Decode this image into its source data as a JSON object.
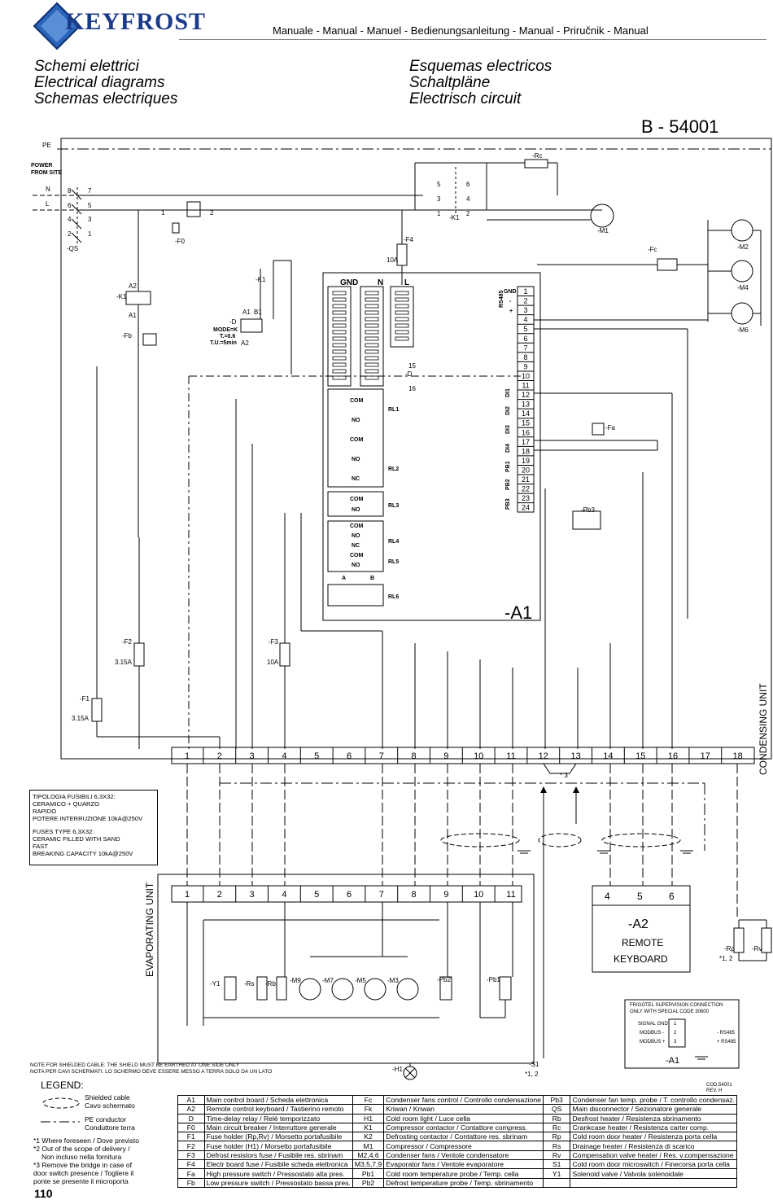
{
  "header": {
    "brand": "KEYFROST",
    "manual_line": "Manuale - Manual - Manuel - Bedienungsanleitung - Manual - Priručnik - Manual"
  },
  "titles": {
    "left": [
      "Schemi elettrici",
      "Electrical diagrams",
      "Schemas electriques"
    ],
    "right": [
      "Esquemas electricos",
      "Schaltpläne",
      "Electrisch circuit"
    ]
  },
  "diagram": {
    "code": "B - 54001",
    "supply_labels": {
      "pe": "PE",
      "power": "POWER",
      "from_site": "FROM SITE",
      "n": "N",
      "l": "L"
    },
    "board_label": "-A1",
    "board_headers": [
      "GND",
      "N",
      "L"
    ],
    "relays": [
      "RL1",
      "RL2",
      "RL3",
      "RL4",
      "RL5",
      "RL6"
    ],
    "contacts": [
      "COM",
      "NO",
      "COM",
      "NO",
      "NC",
      "COM",
      "NO",
      "COM",
      "NO",
      "NC",
      "COM",
      "NO"
    ],
    "ab_labels": [
      "A",
      "B"
    ],
    "right_terminals": [
      "1",
      "2",
      "3",
      "4",
      "5",
      "6",
      "7",
      "8",
      "9",
      "10",
      "11",
      "12",
      "13",
      "14",
      "15",
      "16",
      "17",
      "18",
      "19",
      "20",
      "21",
      "22",
      "23",
      "24"
    ],
    "side_groups": [
      "RS485",
      "DI1",
      "DI2",
      "DI3",
      "DI4",
      "PB1",
      "PB2",
      "PB3"
    ],
    "side_marks": {
      "gnd": "GND",
      "minus": "-",
      "plus": "+"
    },
    "components": {
      "qs": "-QS",
      "k1": "-K1",
      "fb": "-Fb",
      "f0": "-F0",
      "d": "-D",
      "d_params": [
        "MODE=K",
        "T.=0.6",
        "T.U.=5min"
      ],
      "f4": "-F4",
      "f4_val": "10A",
      "rc": "-Rc",
      "m1": "-M1",
      "fc": "-Fc",
      "m2": "-M2",
      "m4": "-M4",
      "m6": "-M6",
      "fa": "-Fa",
      "pb3": "-Pb3",
      "f2": "-F2",
      "f2_val": "3.15A",
      "f3": "-F3",
      "f3_val": "10A",
      "f1": "-F1",
      "f1_val": "3.15A",
      "a1_pins": [
        "A1",
        "B1",
        "A2"
      ],
      "k1_pins": [
        "A2",
        "A1"
      ],
      "d_pins": [
        "15",
        "16"
      ],
      "k1_contacts": [
        "5",
        "6",
        "3",
        "4",
        "1",
        "2"
      ],
      "qs_contacts": [
        "8",
        "7",
        "6",
        "5",
        "4",
        "3",
        "2",
        "1"
      ],
      "f0_pins": [
        "1",
        "2"
      ]
    },
    "condensing_unit": "CONDENSING UNIT",
    "evaporating_unit": "EVAPORATING UNIT",
    "cond_terminals": [
      "1",
      "2",
      "3",
      "4",
      "5",
      "6",
      "7",
      "8",
      "9",
      "10",
      "11",
      "12",
      "13",
      "14",
      "15",
      "16",
      "17",
      "18"
    ],
    "evap_terminals": [
      "1",
      "2",
      "3",
      "4",
      "5",
      "6",
      "7",
      "8",
      "9",
      "10",
      "11"
    ],
    "evap_components": [
      "-Y1",
      "-Rs",
      "-Rb",
      "-M9",
      "-M7",
      "-M5",
      "-M3",
      "-Pb2",
      "-Pb1"
    ],
    "h1": "-H1",
    "s1": "-S1",
    "s1_note": "*1, 2",
    "rp": "-Rp",
    "rv": "-Rv",
    "rp_note": "*1, 2",
    "a2_terminals": [
      "4",
      "5",
      "6"
    ],
    "a2_label": "-A2",
    "a2_text": [
      "REMOTE",
      "KEYBOARD"
    ],
    "star3": "* 3",
    "frigotel": {
      "title": [
        "FRIGOTEL SUPERVISION CONNECTION",
        "ONLY WITH SPECIAL CODE 30600"
      ],
      "rows": [
        [
          "SIGNAL GND",
          "1",
          ""
        ],
        [
          "MODBUS -",
          "2",
          "- RS485"
        ],
        [
          "MODBUS +",
          "3",
          "+ RS485"
        ]
      ],
      "label": "-A1"
    },
    "cod": [
      "COD.54001",
      "REV. H"
    ]
  },
  "fuse_note": {
    "it": [
      "TIPOLOGIA FUSIBILI 6,3X32:",
      "CERAMICO + QUARZO",
      "RAPIDO",
      "POTERE INTERRUZIONE 10kA@250V"
    ],
    "en": [
      "FUSES TYPE 6,3X32:",
      "CERAMIC FILLED WITH SAND",
      "FAST",
      "BREAKING CAPACITY 10kA@250V"
    ]
  },
  "shield_note": [
    "NOTE FOR SHIELDED CABLE: THE SHIELD MUST BE EARTHED AT ONE SIDE ONLY",
    "NOTA PER CAVI SCHERMATI: LO SCHERMO DEVE ESSERE MESSO A TERRA SOLO DA UN LATO"
  ],
  "legend": {
    "title": "LEGEND:",
    "shielded": [
      "Shielded cable",
      "Cavo schermato"
    ],
    "pe": [
      "PE conductor",
      "Conduttore terra"
    ],
    "notes": [
      "*1 Where foreseen  / Dove previsto",
      "*2 Out of the scope of delivery /",
      "Non incluso nella fornitura",
      "*3 Remove the bridge in case of",
      "door switch presence / Togliere il",
      "ponte se presente il microporta"
    ]
  },
  "legend_table": [
    [
      "A1",
      "Main control board / Scheda elettronica",
      "Fc",
      "Condenser fans control / Controllo condensazione",
      "Pb3",
      "Condenser fan temp. probe / T. controllo condensaz."
    ],
    [
      "A2",
      "Remote control keyboard / Tastierino remoto",
      "Fk",
      "Kriwan / Kriwan",
      "QS",
      "Main disconnector / Sezionatore generale"
    ],
    [
      "D",
      "Time-delay relay / Relè temporizzato",
      "H1",
      "Cold room light / Luce cella",
      "Rb",
      "Desfrost heater / Resistenza sbrinamento"
    ],
    [
      "F0",
      "Main circuit breaker / Interruttore generale",
      "K1",
      "Compressor contactor / Contattore compress.",
      "Rc",
      "Crankcase heater / Resistenza carter comp."
    ],
    [
      "F1",
      "Fuse holder (Rp,Rv) / Morsetto portafusibile",
      "K2",
      "Defrosting contactor / Contattore res. sbrinam",
      "Rp",
      "Cold room door heater / Resistenza porta cella"
    ],
    [
      "F2",
      "Fuse holder (H1) / Morsetto portafusibile",
      "M1",
      "Compressor / Compressore",
      "Rs",
      "Drainage heater / Resistenza di scarico"
    ],
    [
      "F3",
      "Defrost resistors fuse / Fusibile res. sbrinam",
      "M2,4,6",
      "Condenser fans / Ventole condensatore",
      "Rv",
      "Compensation valve heater / Res. v.compensazione"
    ],
    [
      "F4",
      "Electr board fuse / Fusibile scheda elettronica",
      "M3,5,7,9",
      "Evaporator fans / Ventole evaporatore",
      "S1",
      "Cold room door microswitch / Finecorsa porta cella"
    ],
    [
      "Fa",
      "High pressure switch / Pressostato alta pres.",
      "Pb1",
      "Cold room temperature probe / Temp. cella",
      "Y1",
      "Solenoid valve / Valvola solenoidale"
    ],
    [
      "Fb",
      "Low pressure switch / Pressostato bassa pres.",
      "Pb2",
      "Defrost temperature probe / Temp. sbrinamento",
      "",
      ""
    ]
  ],
  "page_number": "110"
}
